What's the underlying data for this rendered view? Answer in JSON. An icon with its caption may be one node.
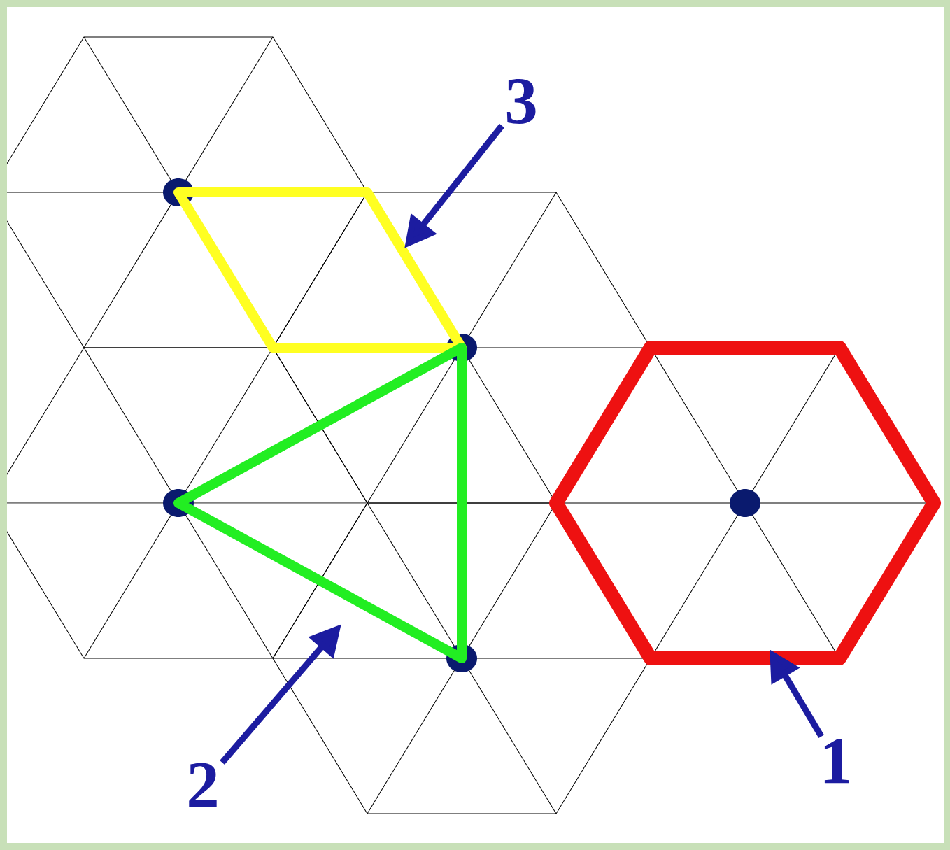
{
  "diagram": {
    "nodes": [
      {
        "text": [
          "3"
        ]
      },
      {
        "text": [],
        "shape": "diamond"
      },
      {
        "text": [],
        "shape": "triangle"
      },
      {
        "text": [],
        "shape": "hexagon"
      },
      {
        "text": [
          "2"
        ]
      },
      {
        "text": [
          "1"
        ]
      }
    ],
    "edges": [
      {
        "from": 0,
        "to": 1,
        "arrow": "to"
      },
      {
        "from": 4,
        "to": 2,
        "arrow": "to"
      },
      {
        "from": 5,
        "to": 3,
        "arrow": "to"
      }
    ]
  }
}
